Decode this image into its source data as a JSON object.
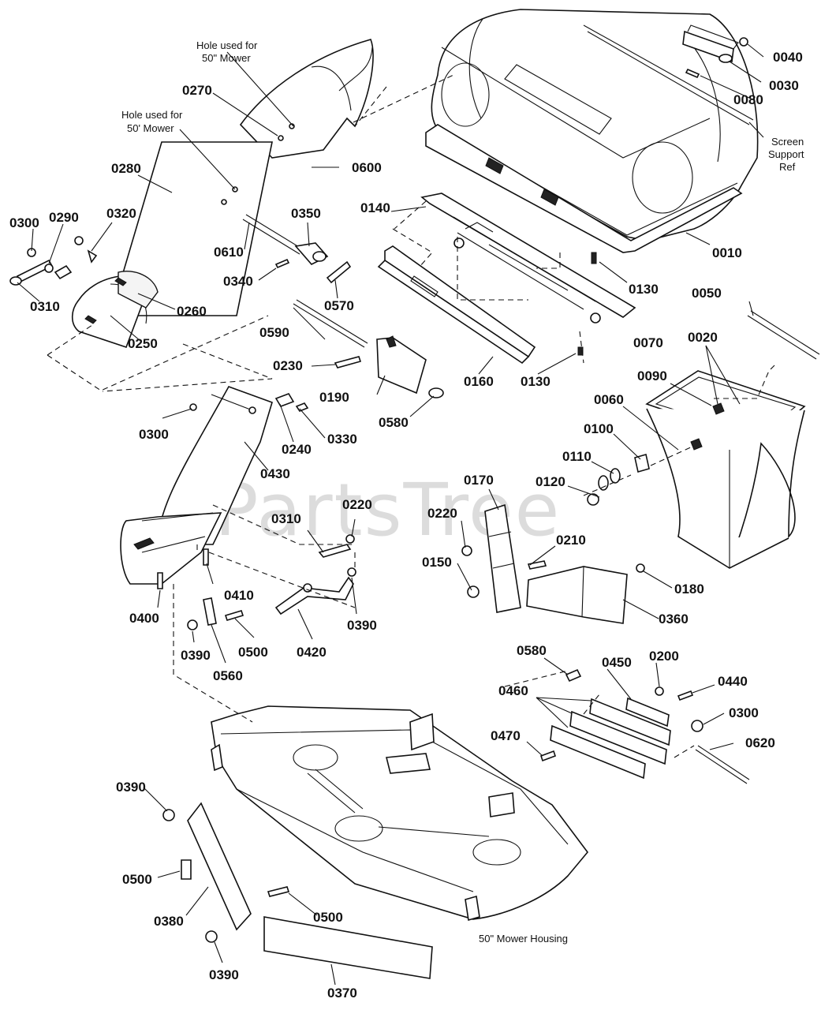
{
  "watermark": "PartsTree",
  "notes": {
    "hole_50_top": [
      "Hole used for",
      "50\" Mower"
    ],
    "hole_50_mid": [
      "Hole used for",
      "50' Mower"
    ],
    "screen_support": [
      "Screen",
      "Support",
      "Ref"
    ],
    "housing": "50\" Mower Housing"
  },
  "callouts": {
    "c0010": "0010",
    "c0020": "0020",
    "c0030": "0030",
    "c0040": "0040",
    "c0050": "0050",
    "c0060": "0060",
    "c0070": "0070",
    "c0080": "0080",
    "c0090": "0090",
    "c0100": "0100",
    "c0110": "0110",
    "c0120": "0120",
    "c0130a": "0130",
    "c0130b": "0130",
    "c0140": "0140",
    "c0150": "0150",
    "c0160": "0160",
    "c0170": "0170",
    "c0180": "0180",
    "c0190": "0190",
    "c0200": "0200",
    "c0210": "0210",
    "c0220a": "0220",
    "c0220b": "0220",
    "c0230": "0230",
    "c0240": "0240",
    "c0250": "0250",
    "c0260": "0260",
    "c0270": "0270",
    "c0280": "0280",
    "c0290": "0290",
    "c0300a": "0300",
    "c0300b": "0300",
    "c0300c": "0300",
    "c0310a": "0310",
    "c0310b": "0310",
    "c0320": "0320",
    "c0330": "0330",
    "c0340": "0340",
    "c0350": "0350",
    "c0360": "0360",
    "c0370": "0370",
    "c0380": "0380",
    "c0390a": "0390",
    "c0390b": "0390",
    "c0390c": "0390",
    "c0390d": "0390",
    "c0400": "0400",
    "c0410": "0410",
    "c0420": "0420",
    "c0430": "0430",
    "c0440": "0440",
    "c0450": "0450",
    "c0460": "0460",
    "c0470": "0470",
    "c0500a": "0500",
    "c0500b": "0500",
    "c0500c": "0500",
    "c0560": "0560",
    "c0570": "0570",
    "c0580a": "0580",
    "c0580b": "0580",
    "c0590": "0590",
    "c0600": "0600",
    "c0610": "0610",
    "c0620": "0620"
  }
}
